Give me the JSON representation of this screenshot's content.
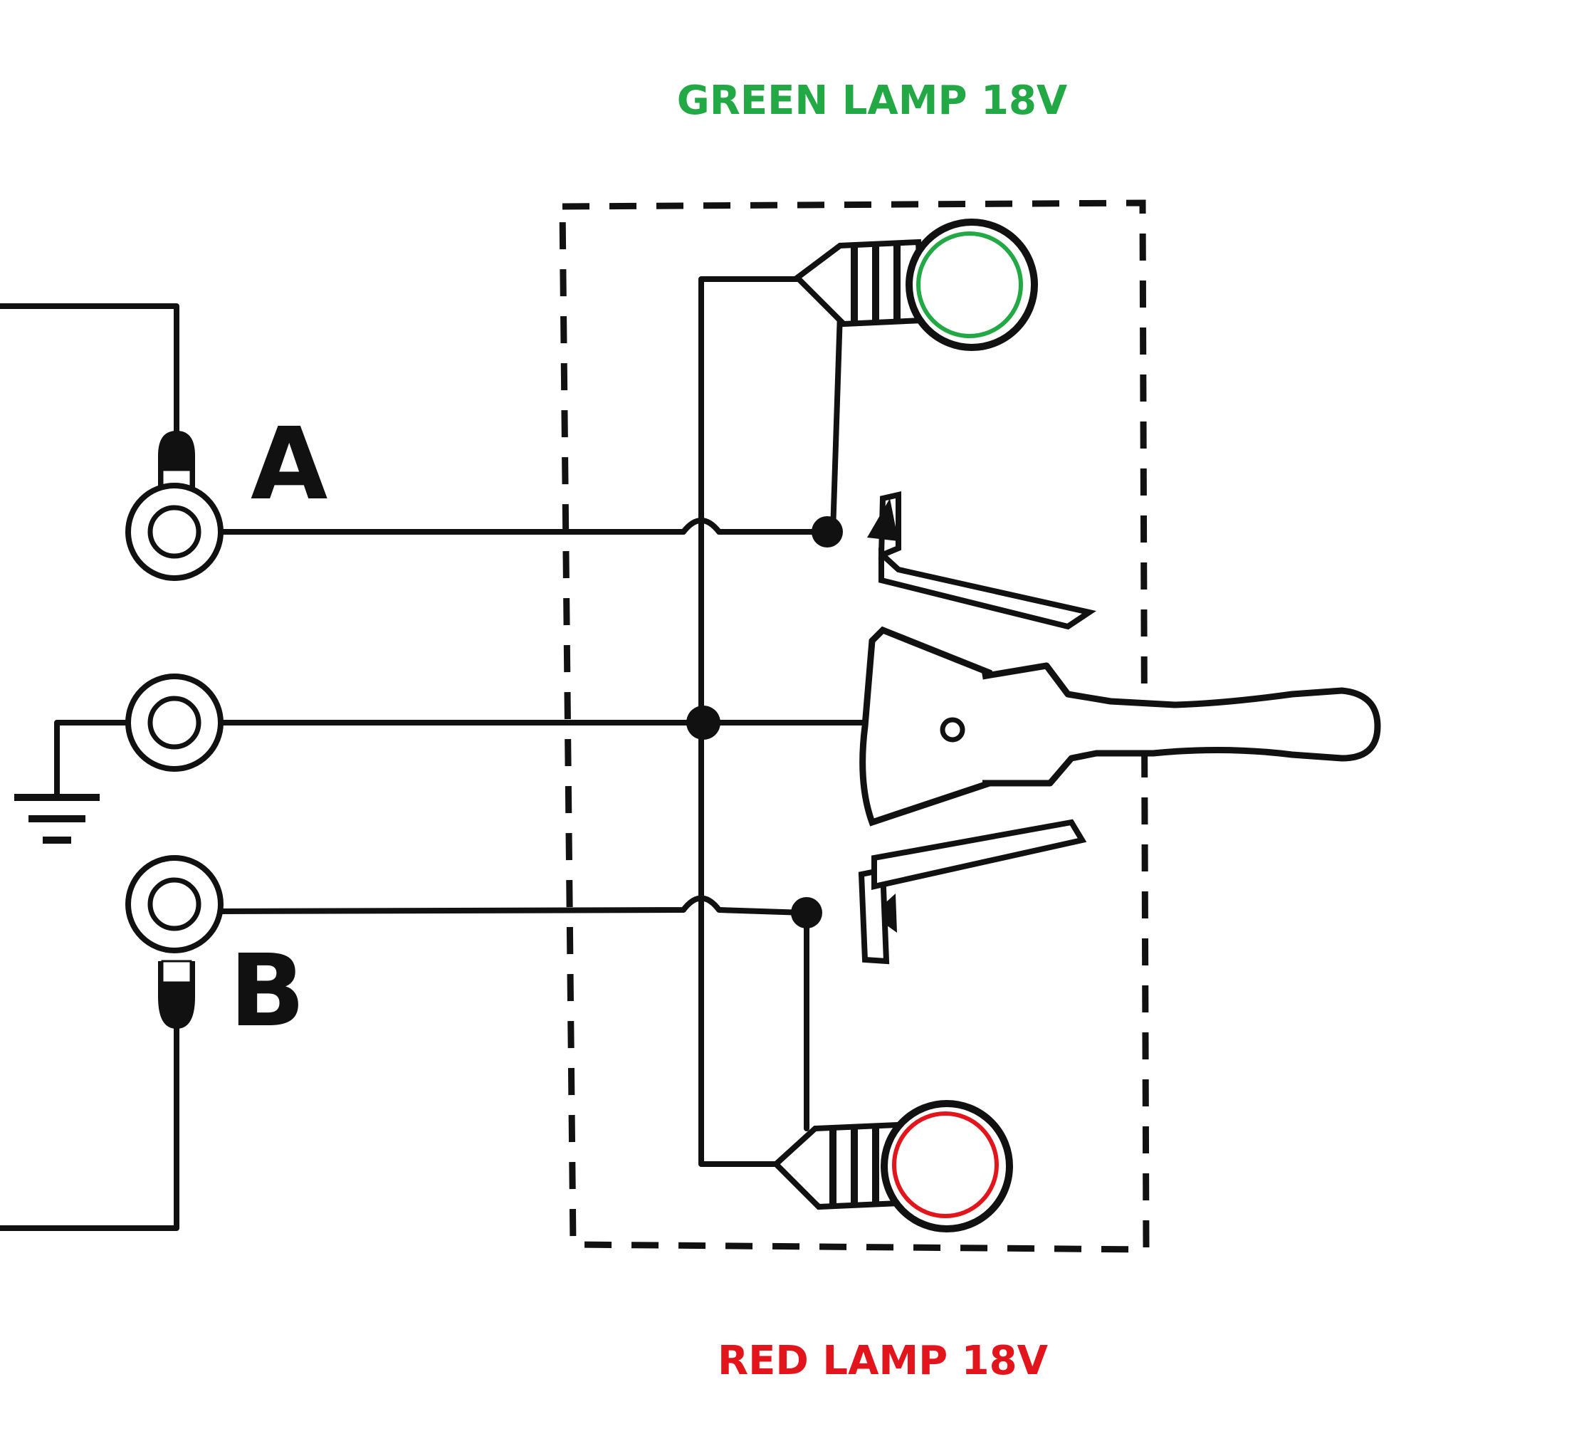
{
  "labels": {
    "green_lamp": "GREEN LAMP 18V",
    "red_lamp": "RED LAMP 18V",
    "terminal_a": "A",
    "terminal_b": "B"
  },
  "colors": {
    "green": "#22a845",
    "red": "#e3151c",
    "ink": "#111111"
  }
}
